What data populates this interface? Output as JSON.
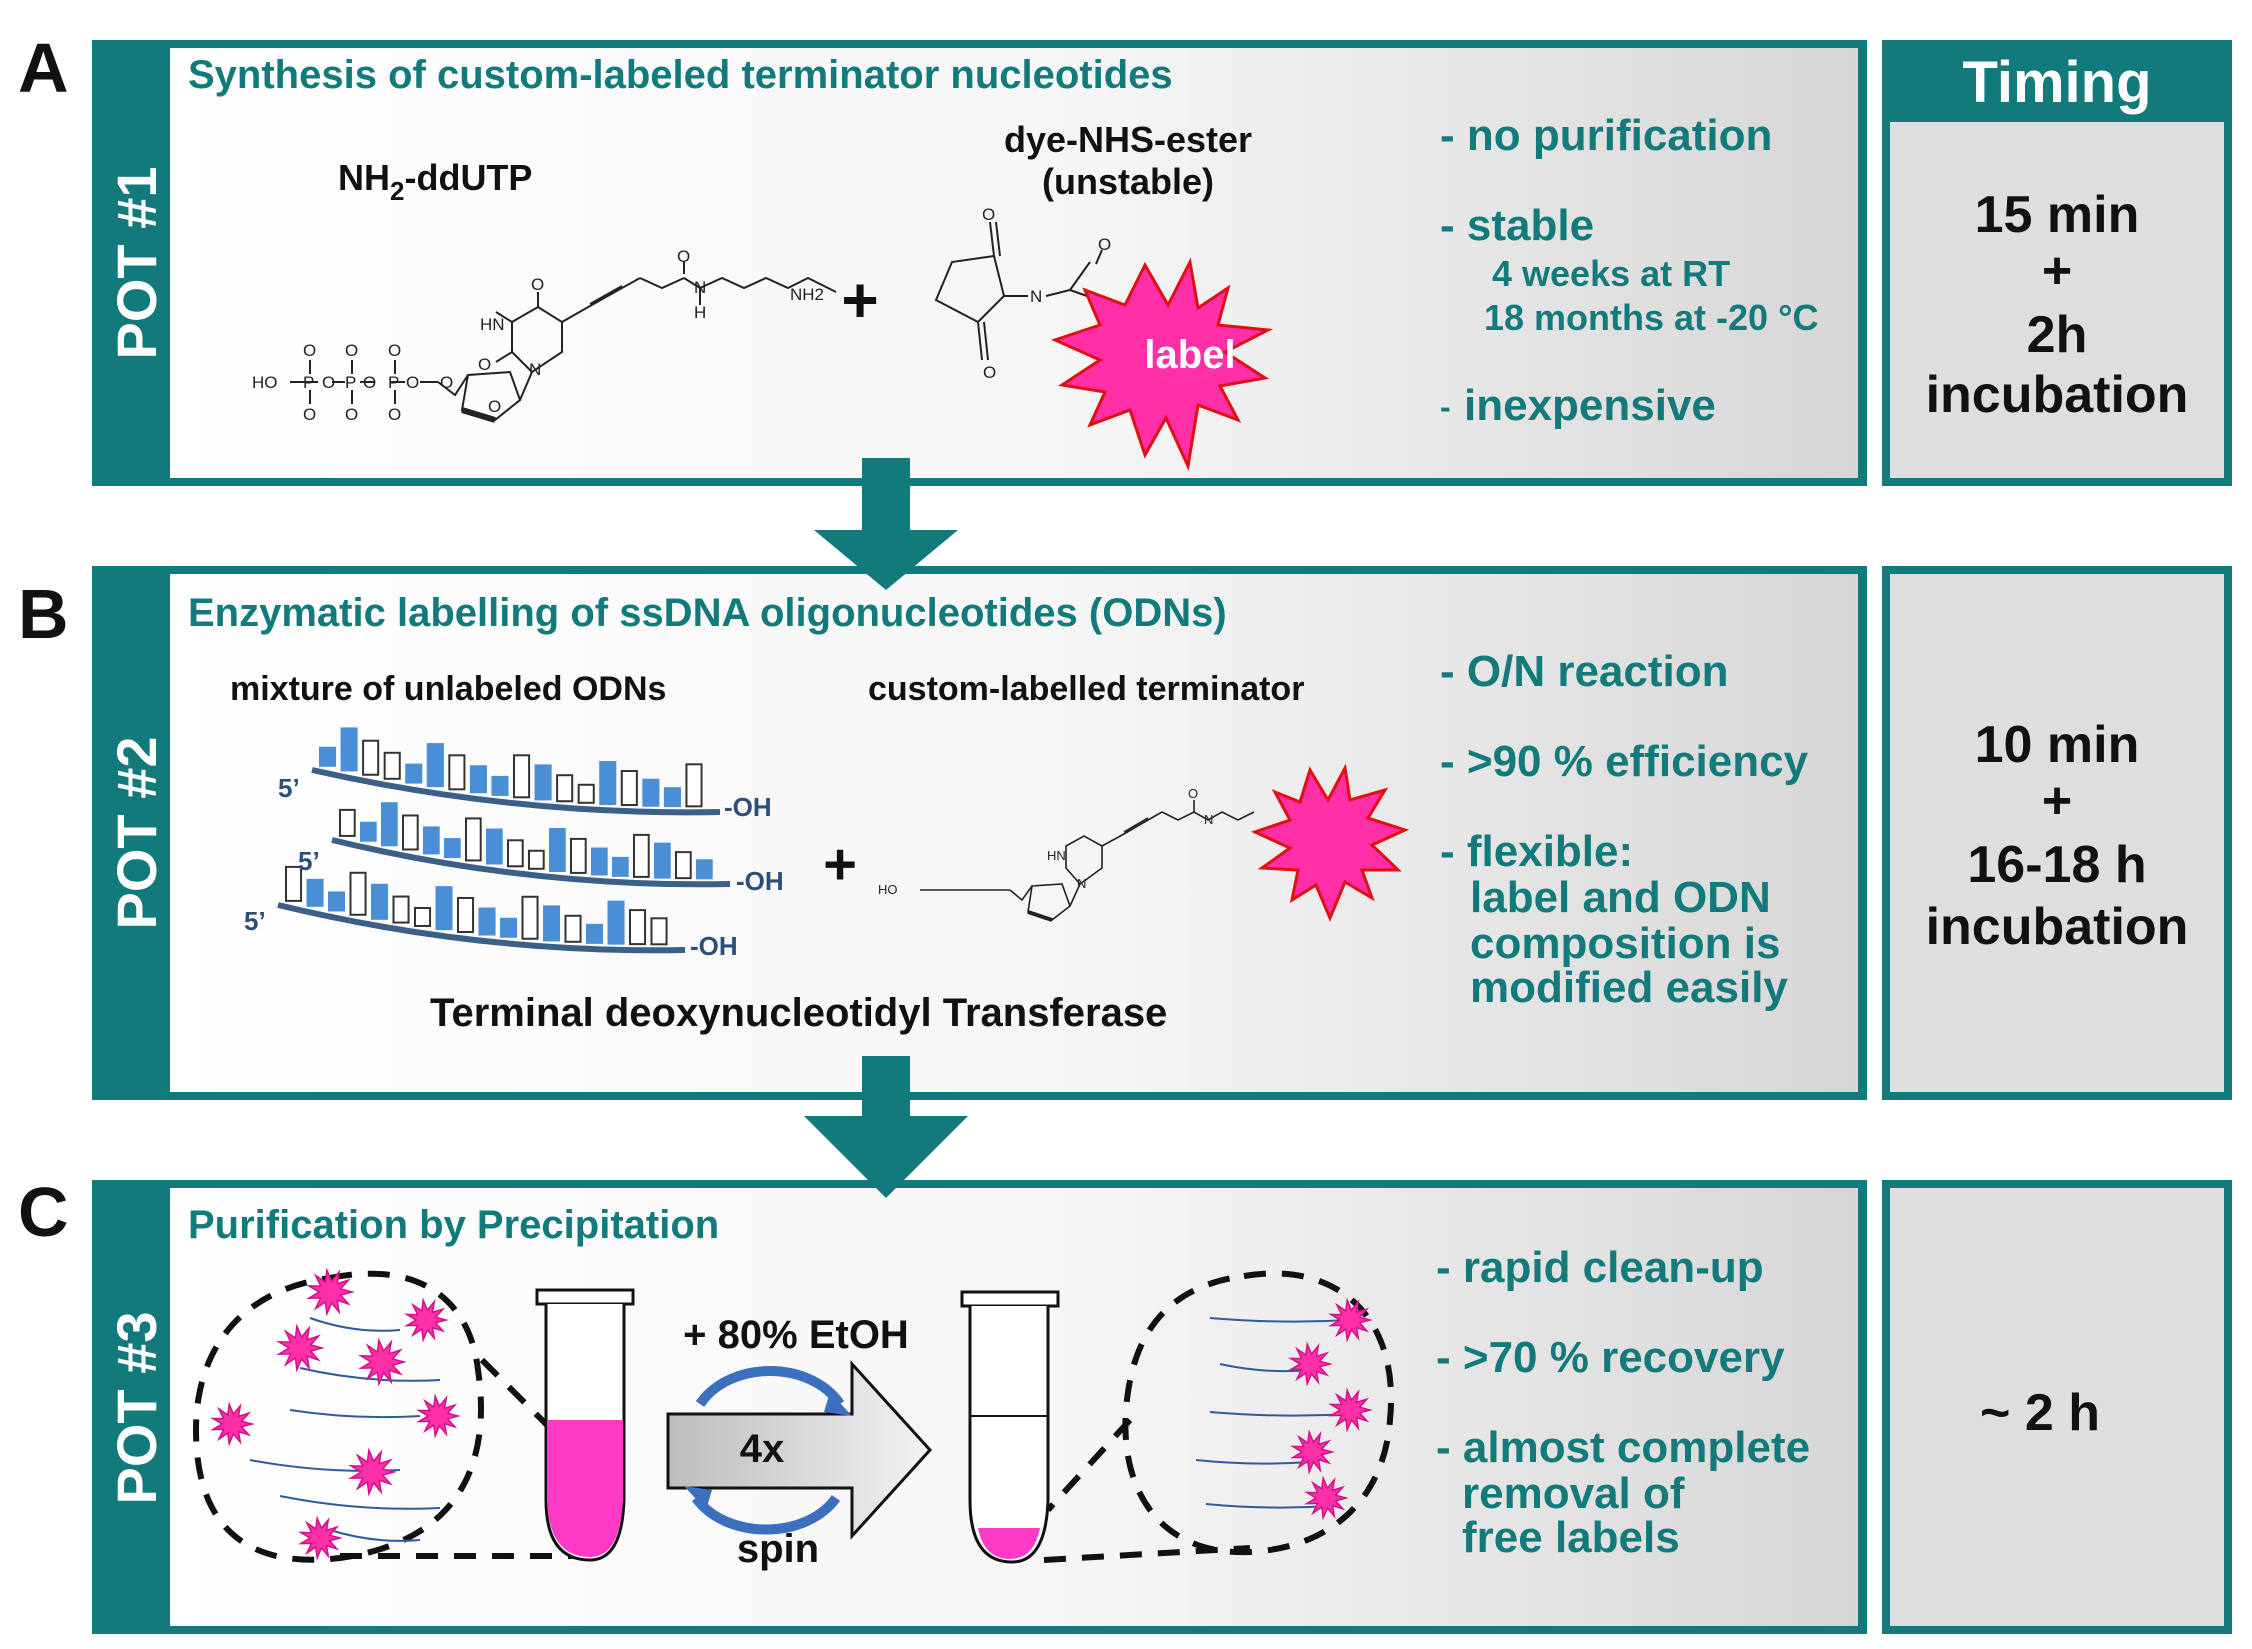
{
  "panels": [
    {
      "letter": "A",
      "pot": "POT #1",
      "title": "Synthesis of custom-labeled terminator nucleotides",
      "reactant1": "NH",
      "reactant1_sub": "2",
      "reactant1_rest": "-ddUTP",
      "reactant2_line1": "dye-NHS-ester",
      "reactant2_line2": "(unstable)",
      "star_label": "label",
      "plus": "+",
      "features": [
        {
          "text": "- no purification"
        },
        {
          "text": "- stable"
        },
        {
          "text": "4 weeks at RT"
        },
        {
          "text": "18 months at -20 °C"
        },
        {
          "text": "inexpensive",
          "prefix": "-"
        }
      ],
      "timing": [
        "15 min",
        "+",
        "2h",
        "incubation"
      ]
    },
    {
      "letter": "B",
      "pot": "POT #2",
      "title": "Enzymatic labelling of ssDNA oligonucleotides (ODNs)",
      "left_label": "mixture of unlabeled ODNs",
      "right_label": "custom-labelled terminator",
      "five_prime": "5’",
      "oh": "-OH",
      "enzyme": "Terminal deoxynucleotidyl Transferase",
      "plus": "+",
      "features": [
        {
          "text": "- O/N reaction"
        },
        {
          "text": "- >90 % efficiency"
        },
        {
          "text": "- flexible:"
        },
        {
          "text": "label and ODN"
        },
        {
          "text": "composition is"
        },
        {
          "text": "modified easily"
        }
      ],
      "timing": [
        "10 min",
        "+",
        "16-18 h",
        "incubation"
      ]
    },
    {
      "letter": "C",
      "pot": "POT #3",
      "title": "Purification by Precipitation",
      "etoh": "+ 80% EtOH",
      "cycles": "4x",
      "spin": "spin",
      "features": [
        {
          "text": "- rapid clean-up"
        },
        {
          "text": "- >70 % recovery"
        },
        {
          "text": "- almost complete"
        },
        {
          "text": "removal of"
        },
        {
          "text": "free labels"
        }
      ],
      "timing": [
        "~ 2 h"
      ]
    }
  ],
  "timing_header": "Timing",
  "chem": {
    "ho": "HO",
    "p": "P",
    "o": "O",
    "nh2": "NH2",
    "hn": "HN",
    "n": "N",
    "h": "H"
  },
  "colors": {
    "teal": "#127a7a",
    "magenta": "#ff2fa8",
    "dna_blue": "#4a8fd6",
    "dna_dark": "#3b5f86",
    "panel_grey": "#d9d9d9"
  }
}
